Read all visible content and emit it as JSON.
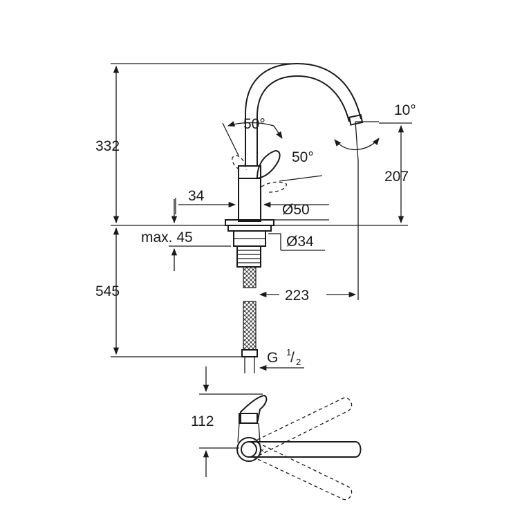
{
  "drawing": {
    "dimensions": {
      "total_height": "332",
      "spout_height": "207",
      "spout_angle": "10°",
      "lever_angle_up": "50°",
      "lever_angle_side": "50°",
      "body_offset": "34",
      "body_diameter": "Ø50",
      "counter_thickness": "max. 45",
      "hole_diameter": "Ø34",
      "below_counter": "545",
      "spout_reach": "223",
      "connection_prefix": "G ",
      "connection_fraction_num": "1",
      "connection_fraction_den": "2",
      "plan_offset": "112"
    }
  }
}
